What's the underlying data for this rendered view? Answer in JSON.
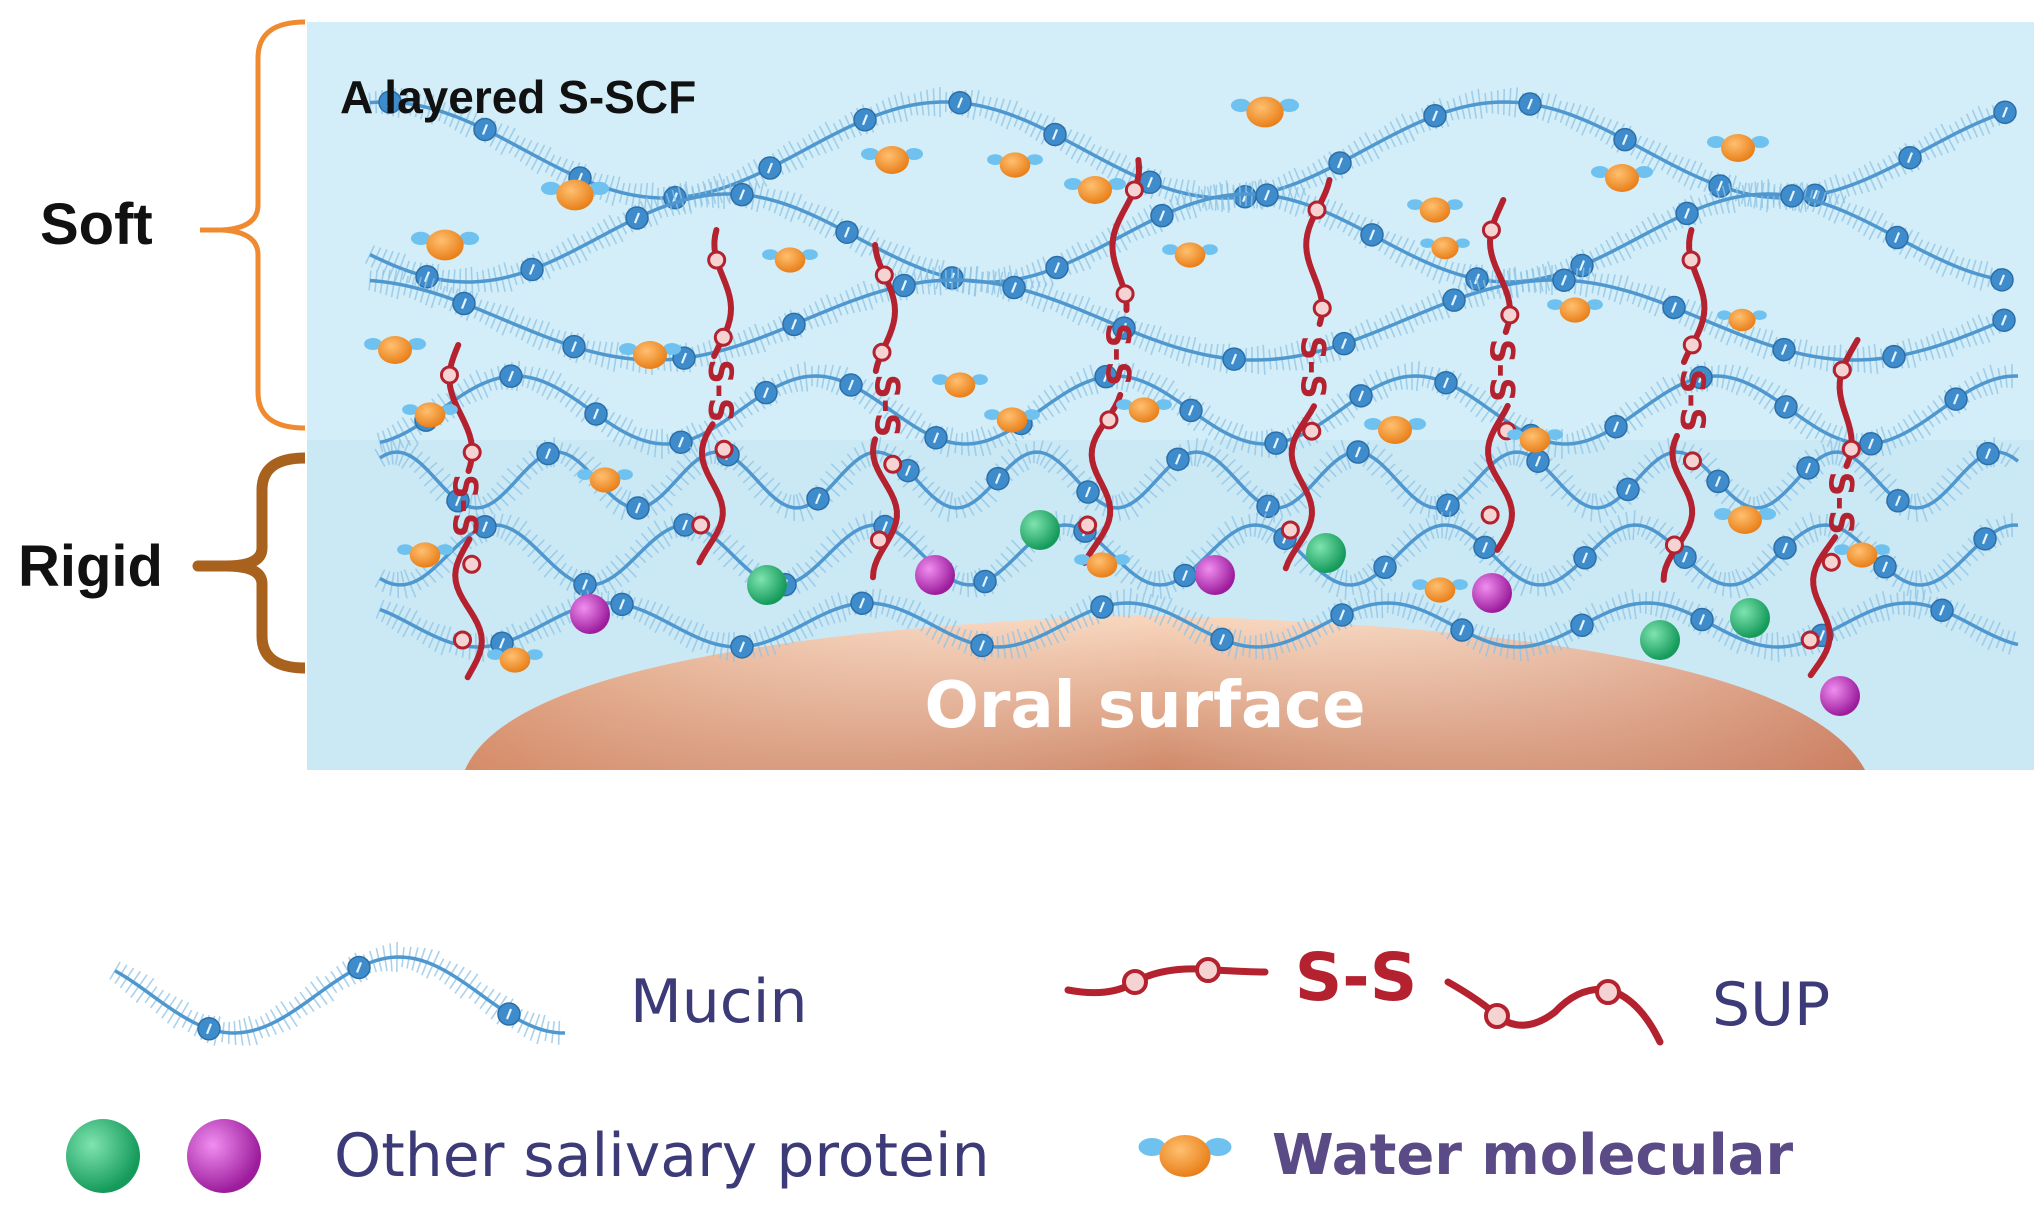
{
  "diagram": {
    "title": "A layered S-SCF",
    "zones": {
      "soft": "Soft",
      "rigid": "Rigid"
    },
    "surface_label": "Oral surface",
    "bond_label": "S-S",
    "legend": {
      "mucin": "Mucin",
      "sup": "SUP",
      "salivary": "Other salivary protein",
      "water": "Water molecular"
    },
    "colors": {
      "background_panel": "#d3eef8",
      "soft_brace": "#f08a30",
      "rigid_brace": "#a9621e",
      "mucin": "#4f97cf",
      "mucin_bead": "#3f8ccc",
      "sup": "#b3222e",
      "green_protein": "#1fae6a",
      "magenta_protein": "#b52bb3",
      "water_core": "#f08a1e",
      "water_h": "#6fc2ef",
      "surface": "#dc9c7c",
      "legend_text": "#3d3a78"
    }
  }
}
